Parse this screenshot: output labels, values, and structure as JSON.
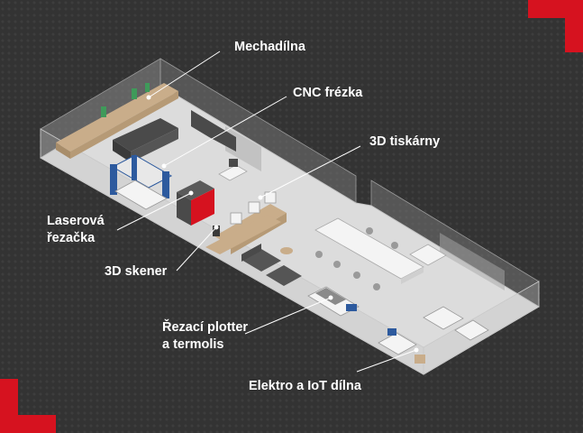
{
  "labels": {
    "mechadilna": "Mechadílna",
    "cnc": "CNC frézka",
    "tiskarny": "3D tiskárny",
    "laserova_line1": "Laserová",
    "laserova_line2": "řezačka",
    "skener": "3D skener",
    "plotter_line1": "Řezací plotter",
    "plotter_line2": "a termolis",
    "elektro": "Elektro a IoT dílna"
  },
  "colors": {
    "background": "#333333",
    "accent": "#d6121f",
    "floor": "#dcdcdc",
    "wall": "#bcbcbc",
    "wood": "#c9ad8a",
    "dark_furniture": "#4a4a4a",
    "machine_blue": "#2d5a9e",
    "label_text": "#ffffff"
  }
}
